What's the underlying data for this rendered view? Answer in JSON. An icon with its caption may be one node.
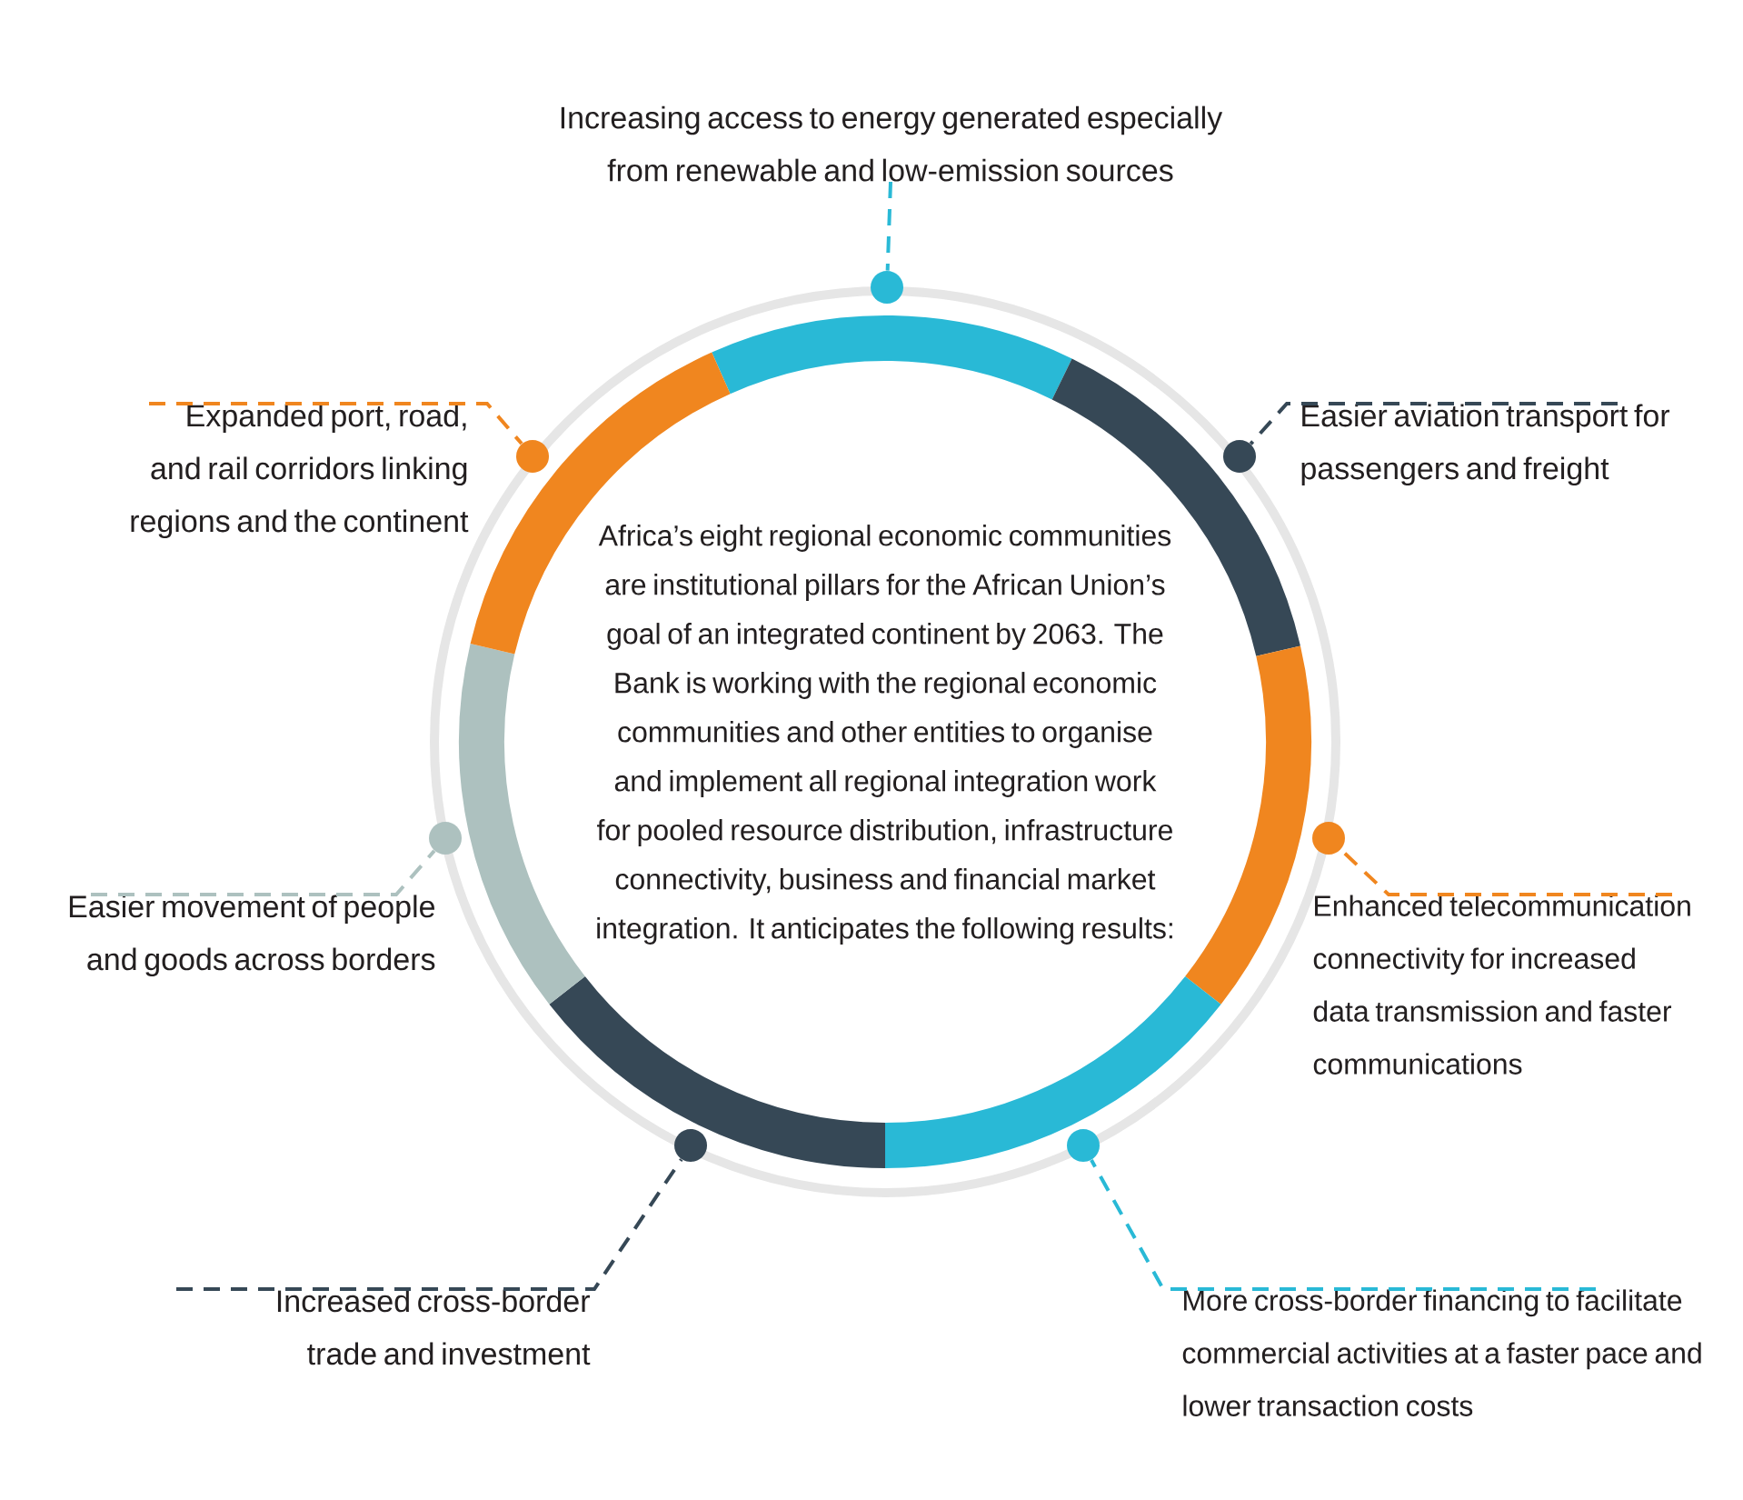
{
  "diagram": {
    "nodes": [
      {
        "text": [
          "Increasing access to energy generated especially from renewable and low-emission sources"
        ]
      },
      {
        "text": [
          "Expanded port, road, and rail corridors linking regions and the continent"
        ]
      },
      {
        "text": [
          "Easier aviation transport for passengers and freight"
        ]
      },
      {
        "text": [
          "Africa’s eight regional economic communities are institutional pillars for the African Union’s goal of an integrated continent by 2063. The Bank is working with the regional economic communities and other entities to organise and implement all regional integration work for pooled resource distribution, infrastructure connectivity, business and financial market integration. It anticipates the following results:"
        ]
      },
      {
        "text": [
          "Easier movement of people and goods across borders"
        ]
      },
      {
        "text": [
          "Enhanced telecommunication connectivity for increased data transmission and faster communications"
        ]
      },
      {
        "text": [
          "Increased cross-border trade and investment"
        ]
      },
      {
        "text": [
          "More cross-border financing to facilitate commercial activities at a faster pace and lower transaction costs"
        ]
      },
      {
        "text": [],
        "shape": "circle"
      },
      {
        "text": [],
        "shape": "circle"
      },
      {
        "text": [],
        "shape": "circle"
      },
      {
        "text": [],
        "shape": "circle"
      },
      {
        "text": [],
        "shape": "circle"
      },
      {
        "text": [],
        "shape": "circle"
      },
      {
        "text": [],
        "shape": "circle"
      }
    ],
    "edges": [
      {
        "from": 0,
        "to": 8,
        "arrow": "none",
        "style": "dashed",
        "color": "#29b9d6"
      },
      {
        "from": 1,
        "to": 10,
        "arrow": "none",
        "style": "dashed",
        "color": "#f0861f"
      },
      {
        "from": 2,
        "to": 9,
        "arrow": "none",
        "style": "dashed",
        "color": "#364856"
      },
      {
        "from": 4,
        "to": 11,
        "arrow": "none",
        "style": "dashed",
        "color": "#adc1bf"
      },
      {
        "from": 5,
        "to": 12,
        "arrow": "none",
        "style": "dashed",
        "color": "#f0861f"
      },
      {
        "from": 6,
        "to": 13,
        "arrow": "none",
        "style": "dashed",
        "color": "#364856"
      },
      {
        "from": 7,
        "to": 14,
        "arrow": "none",
        "style": "dashed",
        "color": "#29b9d6"
      }
    ]
  }
}
